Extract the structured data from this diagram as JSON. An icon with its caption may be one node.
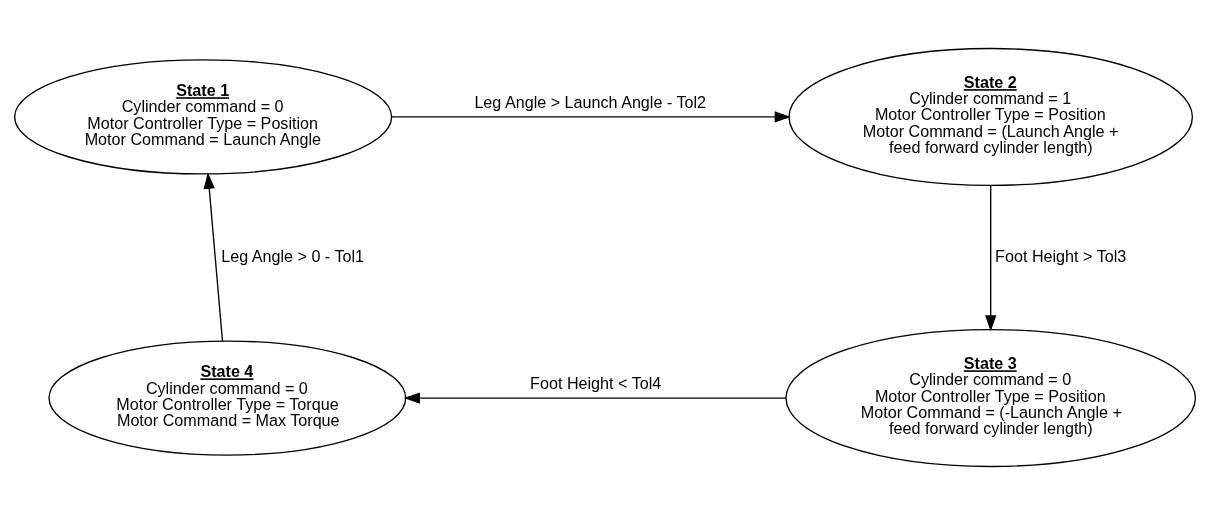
{
  "diagram": {
    "nodes": [
      {
        "text": [
          "State 1",
          "Cylinder command = 0",
          "Motor Controller Type = Position",
          "Motor Command = Launch Angle"
        ]
      },
      {
        "text": [
          "State 2",
          "Cylinder command = 1",
          "Motor Controller Type = Position",
          "Motor Command = (Launch Angle + feed forward cylinder length)"
        ]
      },
      {
        "text": [
          "State 3",
          "Cylinder command = 0",
          "Motor Controller Type = Position",
          "Motor Command = (-Launch Angle + feed forward cylinder length)"
        ]
      },
      {
        "text": [
          "State 4",
          "Cylinder command = 0",
          "Motor Controller Type = Torque",
          "Motor Command = Max Torque"
        ]
      }
    ],
    "edges": [
      {
        "from": 0,
        "to": 1,
        "arrow": "to",
        "label": "Leg Angle > Launch Angle - Tol2"
      },
      {
        "from": 1,
        "to": 2,
        "arrow": "to",
        "label": "Foot Height > Tol3"
      },
      {
        "from": 2,
        "to": 3,
        "arrow": "to",
        "label": "Foot Height < Tol4"
      },
      {
        "from": 3,
        "to": 0,
        "arrow": "to",
        "label": "Leg Angle > 0 - Tol1"
      }
    ]
  }
}
